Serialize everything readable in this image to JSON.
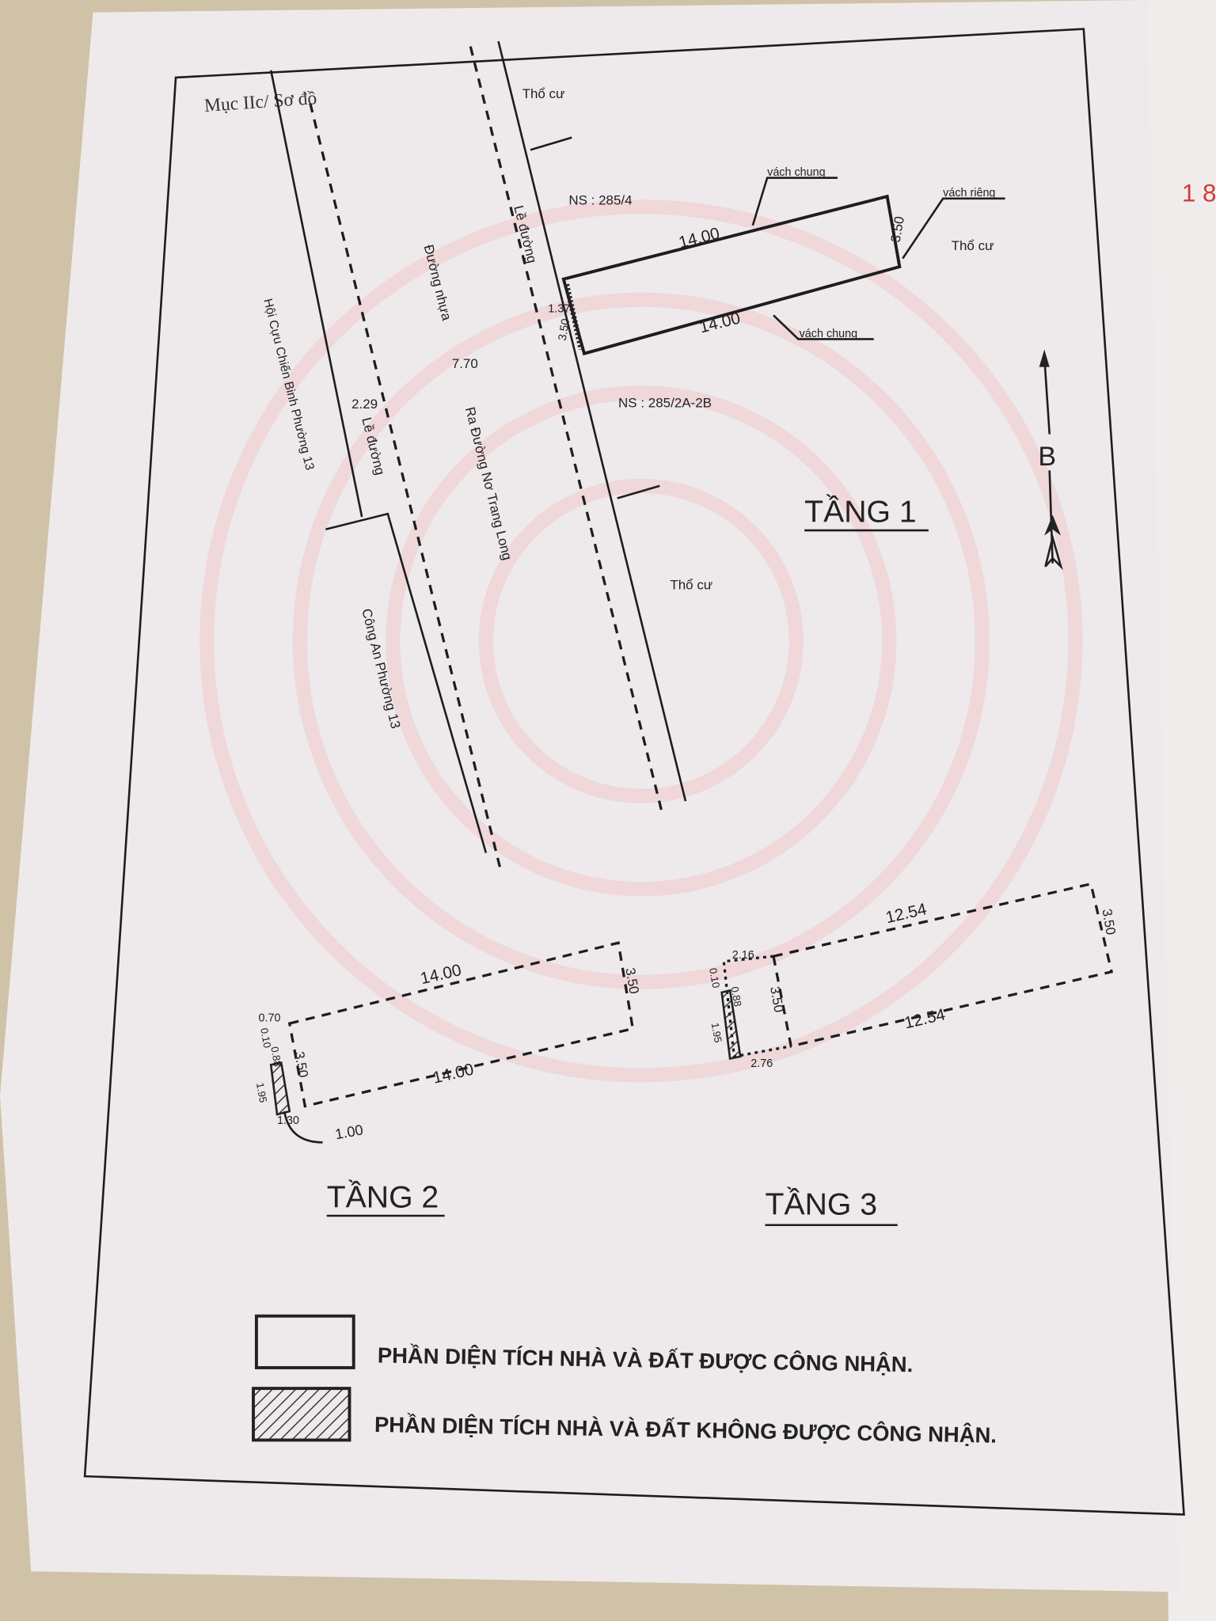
{
  "document": {
    "section_title": "Mục IIc/ Sơ đồ",
    "page_edge_number": "1 8",
    "north_label": "B",
    "colors": {
      "paper": "#eeeaec",
      "ink": "#1d1d1f",
      "watermark": "#f0c9cc",
      "background": "#cfc2a6",
      "page_number": "#d23a3a"
    }
  },
  "floor1": {
    "title": "TẦNG 1",
    "labels": {
      "tho_cu_top": "Thổ cư",
      "tho_cu_right": "Thổ cư",
      "tho_cu_bottom": "Thổ cư",
      "ns_top": "NS : 285/4",
      "ns_bottom": "NS : 285/2A-2B",
      "vach_chung_top": "vách chung",
      "vach_chung_bottom": "vách chung",
      "vach_rieng": "vách riêng",
      "le_duong_right": "Lề đường",
      "le_duong_left": "Lề đường",
      "duong_nhua": "Đường nhựa",
      "road_name": "Ra Đường Nơ Trang Long",
      "hoi_cuu_chien_binh": "Hội Cựu Chiến Binh Phường 13",
      "cong_an": "Công An Phường 13"
    },
    "dimensions": {
      "top": "14.00",
      "bottom": "14.00",
      "right": "3.50",
      "left": "3.50",
      "offset": "1.37",
      "road_width": "7.70",
      "sidewalk": "2.29"
    }
  },
  "floor2": {
    "title": "TẦNG 2",
    "dimensions": {
      "top": "14.00",
      "bottom": "14.00",
      "right": "3.50",
      "left": "3.50",
      "a": "0.70",
      "b": "0.10",
      "c": "0.88",
      "d": "1.95",
      "e": "1.30",
      "f": "1.00"
    }
  },
  "floor3": {
    "title": "TẦNG 3",
    "dimensions": {
      "top": "12.54",
      "bottom": "12.54",
      "right": "3.50",
      "left": "3.50",
      "a": "2.16",
      "b": "0.10",
      "c": "0.88",
      "d": "1.95",
      "e": "2.76"
    }
  },
  "legend": {
    "recognized": "PHẦN DIỆN TÍCH NHÀ VÀ ĐẤT ĐƯỢC CÔNG NHẬN.",
    "not_recognized": "PHẦN DIỆN TÍCH NHÀ VÀ ĐẤT KHÔNG ĐƯỢC CÔNG NHẬN."
  }
}
